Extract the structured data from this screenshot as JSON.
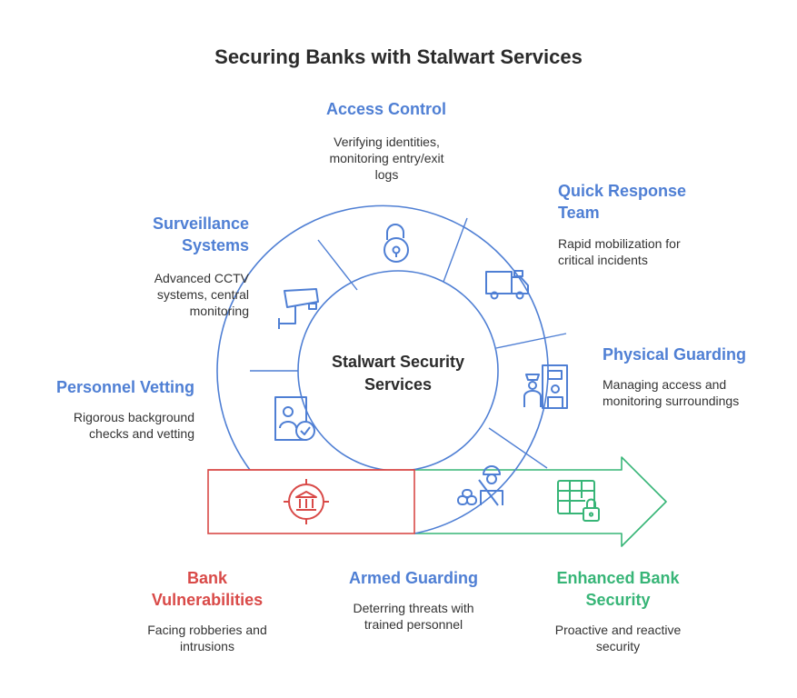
{
  "title": "Securing Banks with Stalwart Services",
  "center": {
    "line1": "Stalwart Security",
    "line2": "Services"
  },
  "segments": [
    {
      "title": "Access Control",
      "description": "Verifying identities, monitoring entry/exit logs",
      "icon": "padlock-icon"
    },
    {
      "title": "Quick Response Team",
      "description": "Rapid mobilization for critical incidents",
      "icon": "response-truck-icon"
    },
    {
      "title": "Physical Guarding",
      "description": "Managing access and monitoring surroundings",
      "icon": "guard-scanner-icon"
    },
    {
      "title": "Armed Guarding",
      "description": "Deterring threats with trained personnel",
      "icon": "armed-guard-icon"
    },
    {
      "title": "Personnel Vetting",
      "description": "Rigorous background checks and vetting",
      "icon": "id-check-icon"
    },
    {
      "title": "Surveillance Systems",
      "description": "Advanced CCTV systems, central monitoring",
      "icon": "cctv-camera-icon"
    }
  ],
  "start": {
    "title": "Bank Vulnerabilities",
    "description": "Facing robberies and intrusions",
    "icon": "bank-target-icon"
  },
  "end": {
    "title": "Enhanced Bank Security",
    "description": "Proactive and reactive security",
    "icon": "secure-vault-icon"
  },
  "colors": {
    "blue": "#4f7fd4",
    "red": "#d94a48",
    "green": "#37b577",
    "text": "#333333"
  }
}
